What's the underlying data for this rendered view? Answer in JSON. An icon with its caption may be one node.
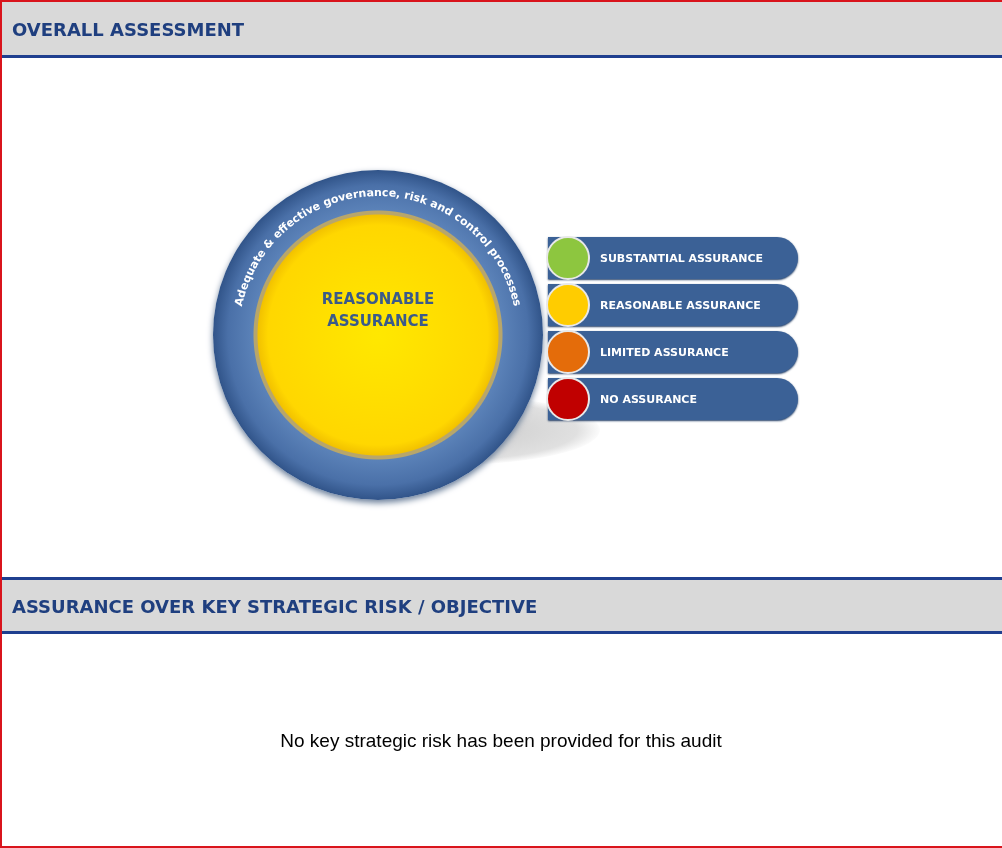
{
  "diagram": {
    "nodes": [
      {
        "text": [
          "Adequate & effective governance, risk and control processes"
        ]
      },
      {
        "text": [
          "REASONABLE ASSURANCE"
        ],
        "in": 0
      }
    ],
    "edges": [],
    "labels": [
      "OVERALL ASSESSMENT",
      "ASSURANCE OVER KEY STRATEGIC RISK / OBJECTIVE",
      "No key strategic risk has been provided for this audit"
    ],
    "legend": [
      {
        "text": "SUBSTANTIAL ASSURANCE",
        "color": "#8dc63f"
      },
      {
        "text": "REASONABLE ASSURANCE",
        "color": "#ffcc00"
      },
      {
        "text": "LIMITED ASSURANCE",
        "color": "#e46c0a"
      },
      {
        "text": "NO ASSURANCE",
        "color": "#c00000"
      }
    ]
  }
}
